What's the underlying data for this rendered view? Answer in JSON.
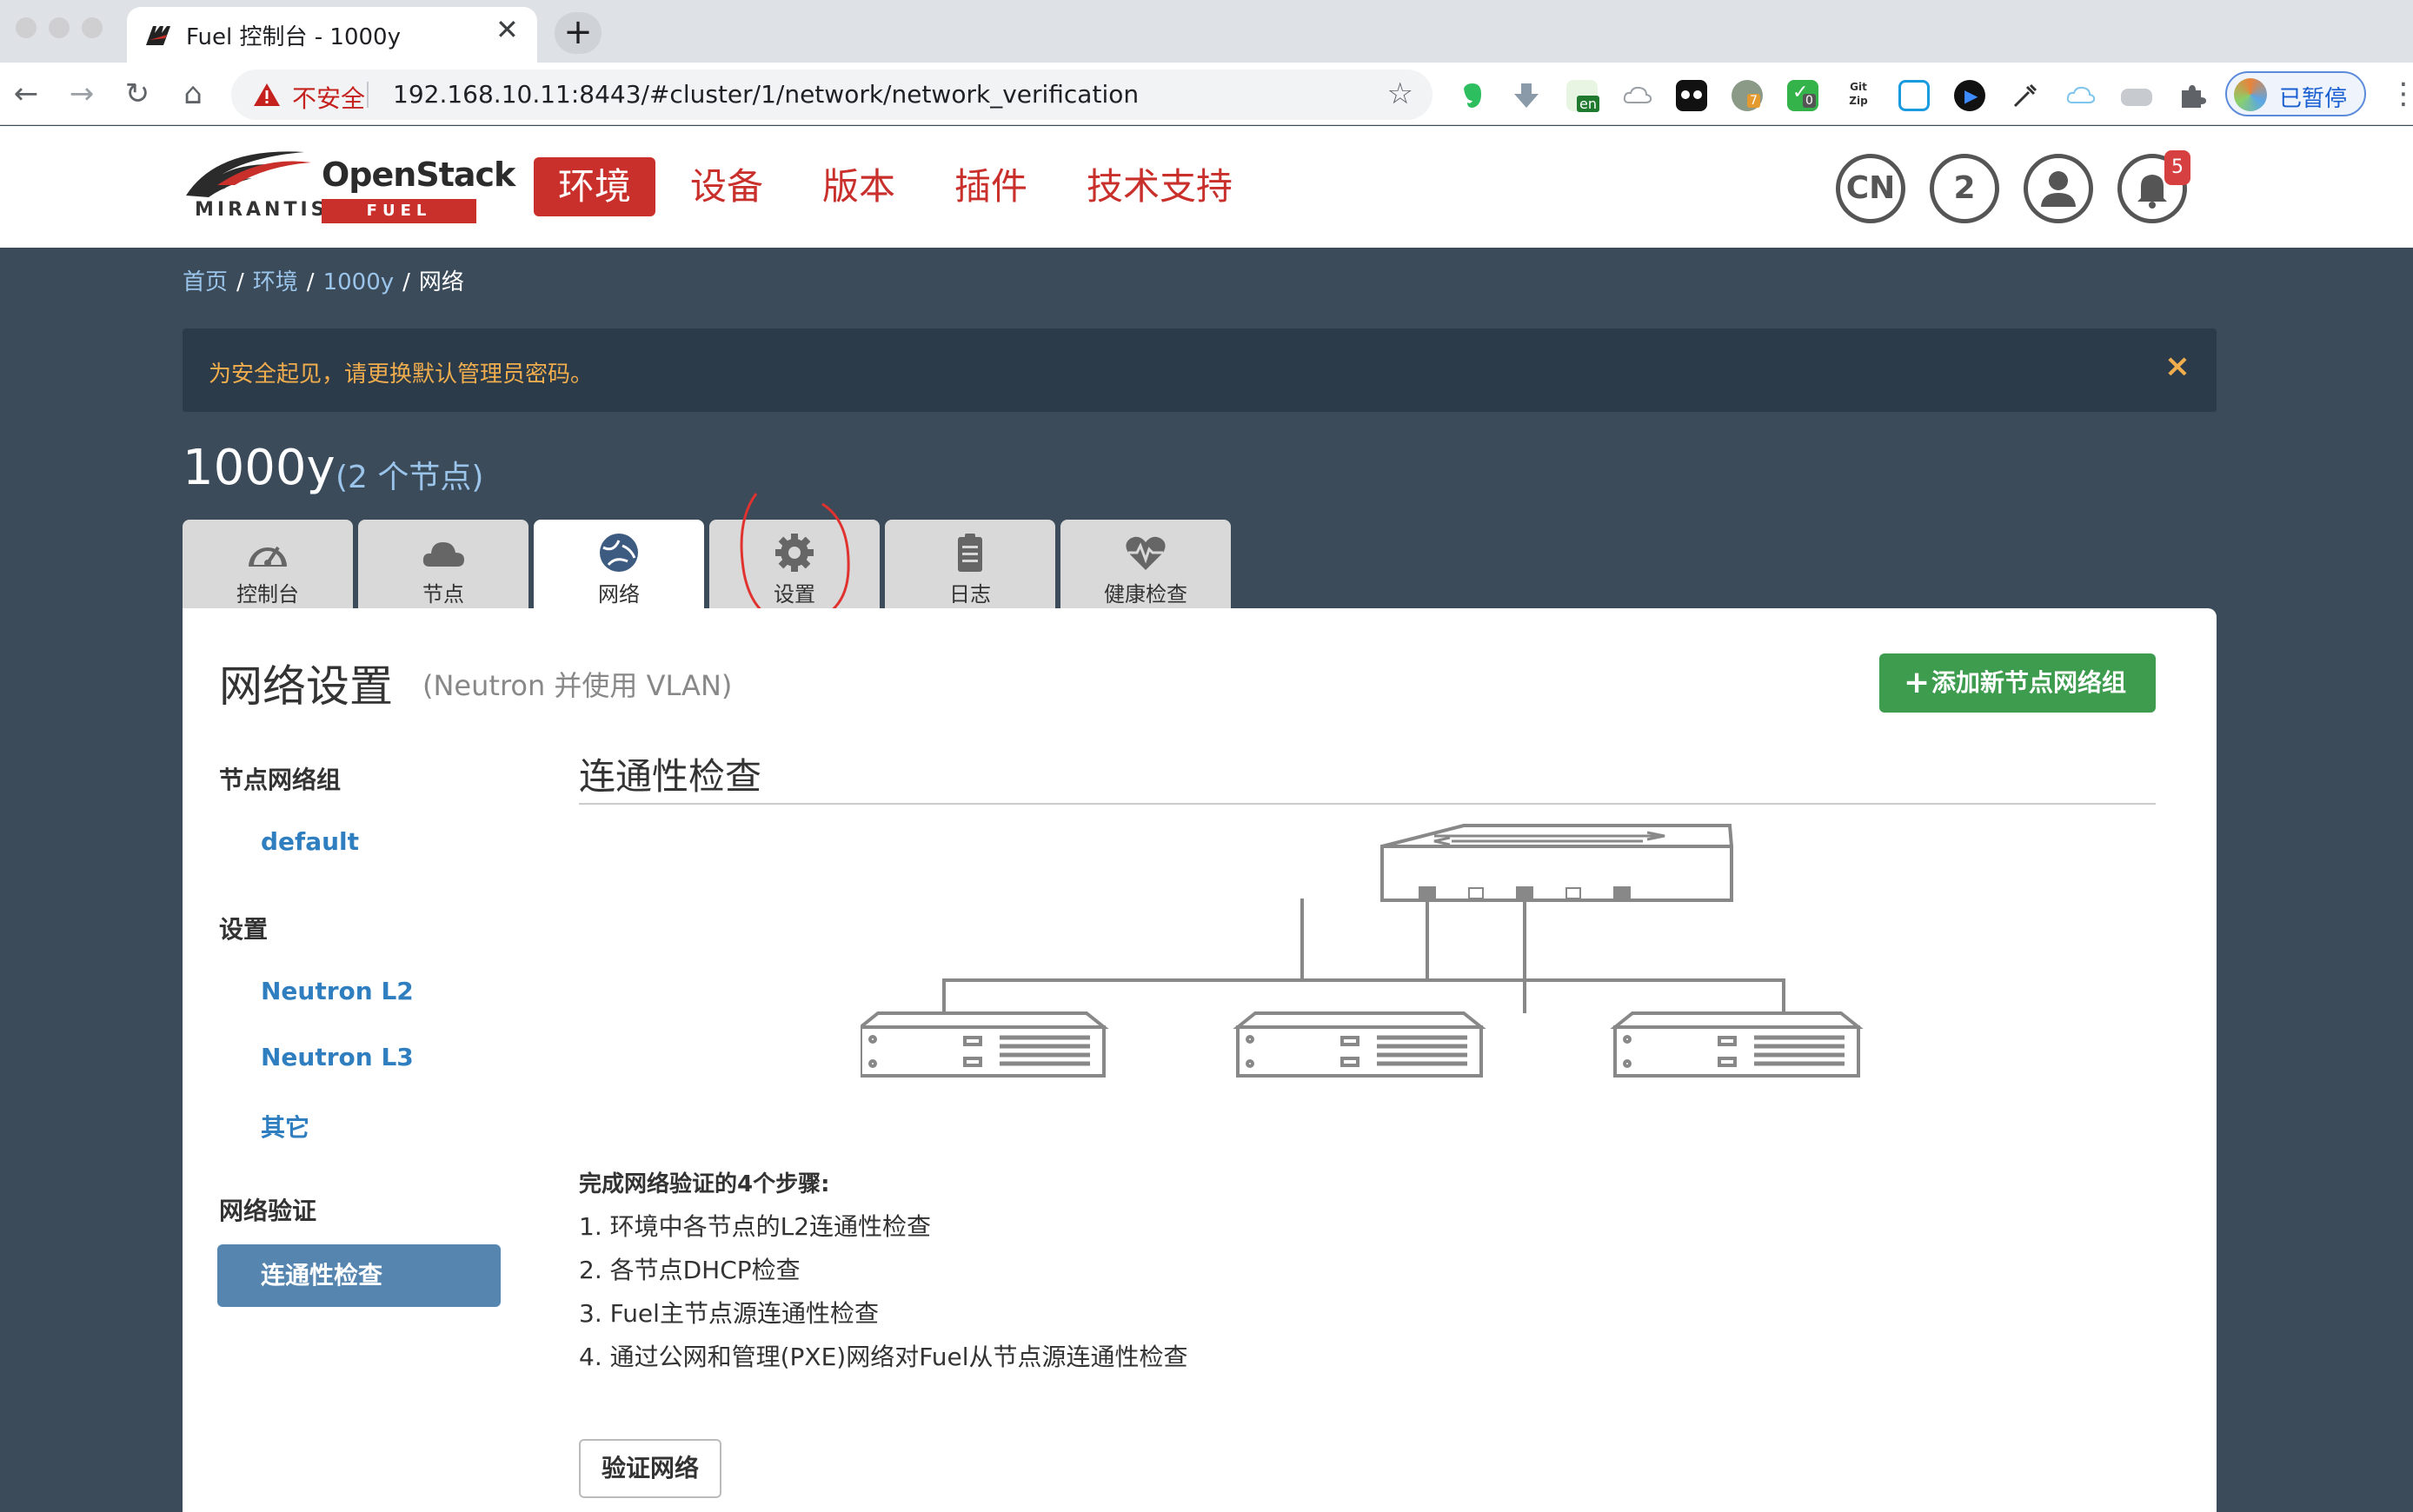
{
  "browser": {
    "tab_title": "Fuel 控制台 - 1000y",
    "tab_close": "✕",
    "new_tab": "+",
    "nav": {
      "back": "←",
      "forward": "→",
      "reload": "↻",
      "home": "⌂"
    },
    "insecure_label": "不安全",
    "url": "192.168.10.11:8443/#cluster/1/network/network_verification",
    "bookmark_icon": "☆",
    "ext_badges": {
      "grey": "7",
      "check": "0",
      "translate": "en",
      "gitzip": "Git Zip"
    },
    "profile_status": "已暂停",
    "menu": "⋮"
  },
  "header": {
    "logo": {
      "mirantis": "MIRANTIS",
      "openstack": "OpenStack",
      "fuel": "FUEL"
    },
    "nav": [
      "环境",
      "设备",
      "版本",
      "插件",
      "技术支持"
    ],
    "active_nav": "环境",
    "lang_button": "CN",
    "count_button": "2",
    "notifications_count": "5"
  },
  "breadcrumb": [
    "首页",
    "环境",
    "1000y",
    "网络"
  ],
  "alert": {
    "text": "为安全起见，请更换默认管理员密码。",
    "close": "×"
  },
  "environment": {
    "name": "1000y",
    "nodes": "(2 个节点)"
  },
  "env_tabs": [
    {
      "label": "控制台",
      "icon": "dashboard-icon"
    },
    {
      "label": "节点",
      "icon": "cloud-icon"
    },
    {
      "label": "网络",
      "icon": "globe-network-icon"
    },
    {
      "label": "设置",
      "icon": "gear-icon"
    },
    {
      "label": "日志",
      "icon": "clipboard-icon"
    },
    {
      "label": "健康检查",
      "icon": "heartbeat-icon"
    }
  ],
  "active_tab": "网络",
  "panel": {
    "title": "网络设置",
    "subtitle": "(Neutron 并使用 VLAN)",
    "add_group_button": "添加新节点网络组",
    "add_group_icon": "+",
    "sidebar": {
      "groups_heading": "节点网络组",
      "groups": [
        "default"
      ],
      "settings_heading": "设置",
      "settings": [
        "Neutron L2",
        "Neutron L3",
        "其它"
      ],
      "verify_heading": "网络验证",
      "verify_active": "连通性检查"
    },
    "section_title": "连通性检查",
    "steps_title": "完成网络验证的4个步骤:",
    "steps": [
      "1. 环境中各节点的L2连通性检查",
      "2. 各节点DHCP检查",
      "3. Fuel主节点源连通性检查",
      "4. 通过公网和管理(PXE)网络对Fuel从节点源连通性检查"
    ],
    "verify_button": "验证网络"
  },
  "colors": {
    "brand_red": "#c9302c",
    "bg": "#3b4b5a",
    "alert_text": "#f0ad4e",
    "link": "#2f7fc0",
    "success": "#3e9c4f"
  }
}
